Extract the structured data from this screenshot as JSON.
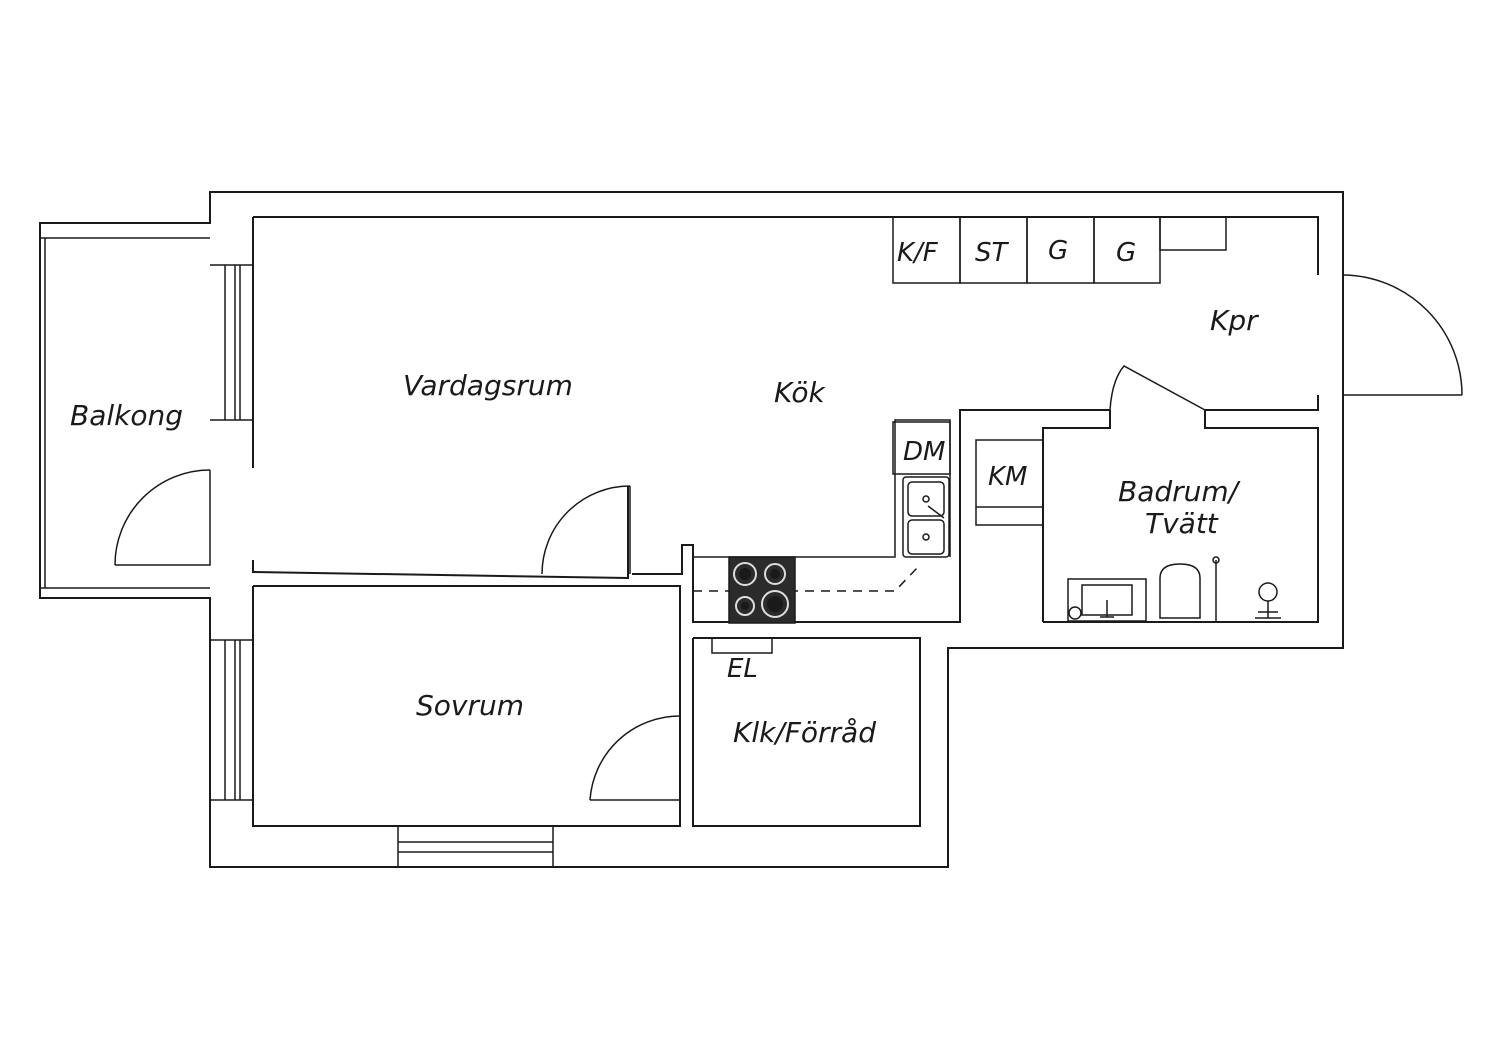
{
  "rooms": {
    "balkong": "Balkong",
    "vardagsrum": "Vardagsrum",
    "kok": "Kök",
    "kpr": "Kpr",
    "badrum_line1": "Badrum/",
    "badrum_line2": "Tvätt",
    "sovrum": "Sovrum",
    "klk_forrad": "Klk/Förråd"
  },
  "appliances": {
    "kf": "K/F",
    "st": "ST",
    "g1": "G",
    "g2": "G",
    "dm": "DM",
    "km": "KM",
    "el": "EL"
  },
  "colors": {
    "line": "#1a1a1a",
    "background": "#ffffff",
    "stove": "#2b2b2b"
  }
}
